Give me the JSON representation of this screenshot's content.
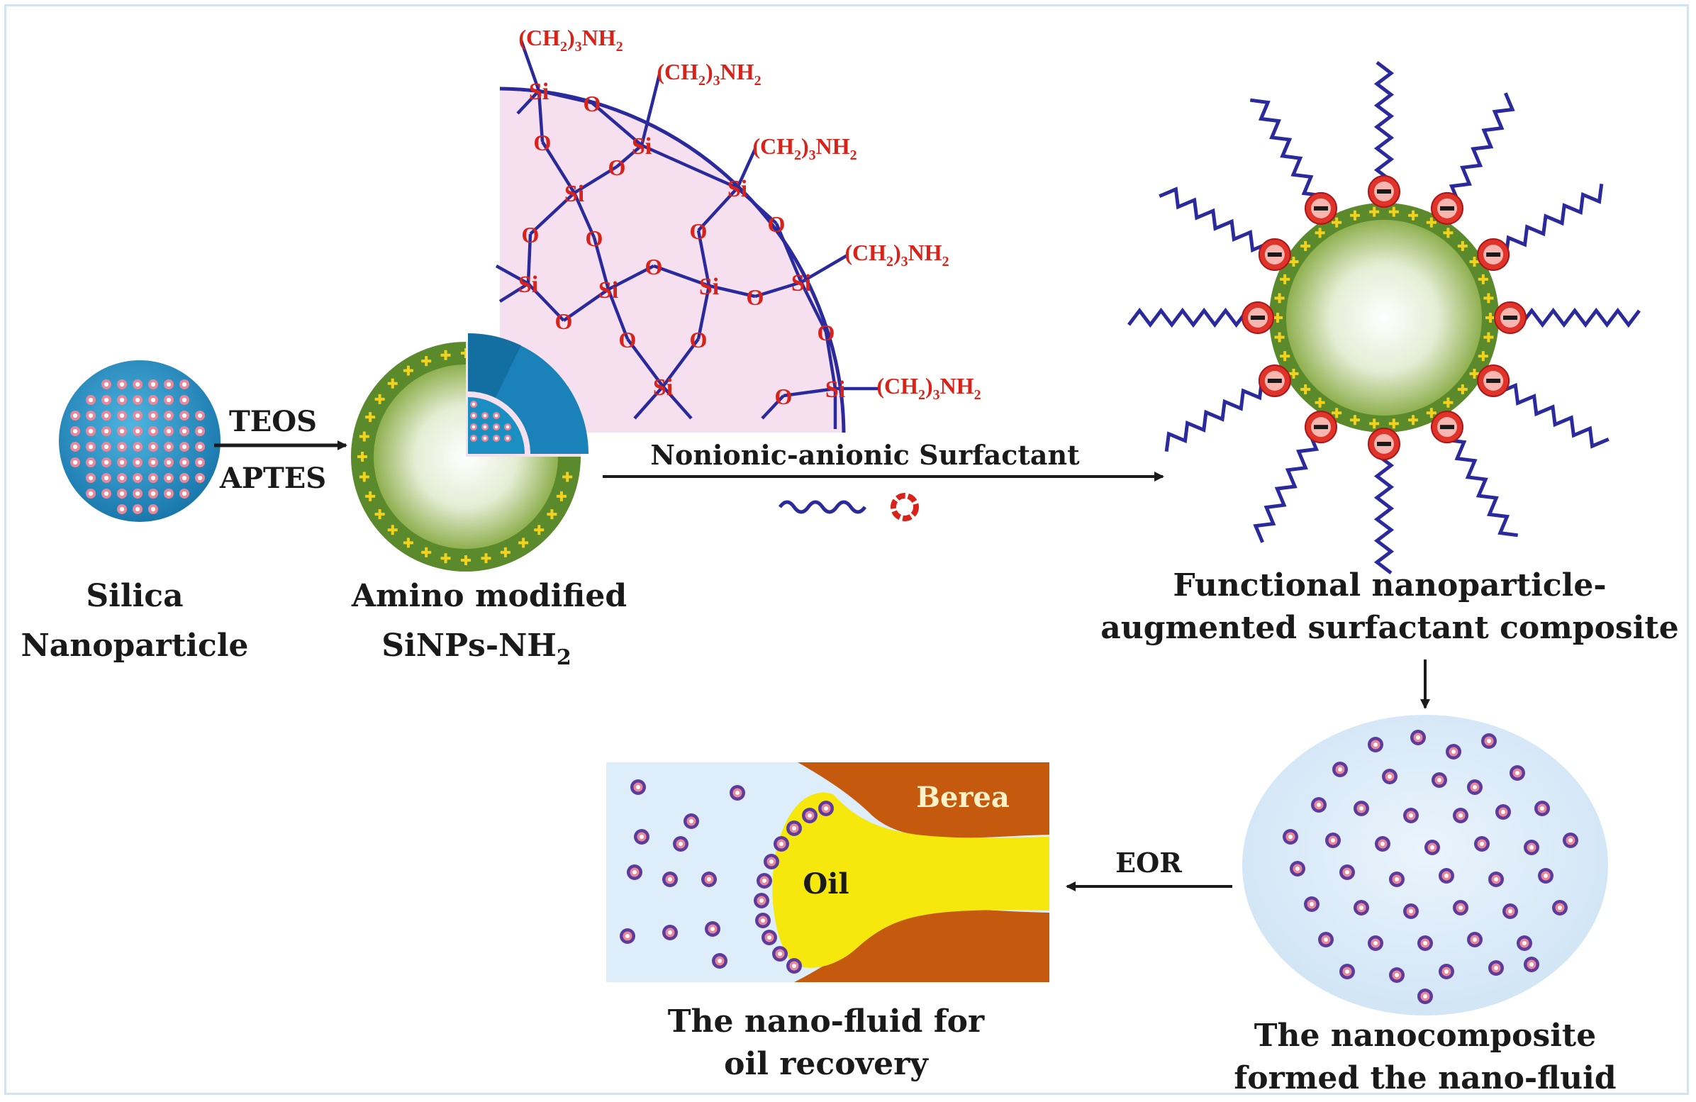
{
  "labels": {
    "silica_l1": "Silica",
    "silica_l2": "Nanoparticle",
    "teos": "TEOS",
    "aptes": "APTES",
    "amino_l1": "Amino modified",
    "amino_l2": "SiNPs-NH",
    "amino_sub": "2",
    "surfactant": "Nonionic-anionic Surfactant",
    "func_l1": "Functional nanoparticle-",
    "func_l2": "augmented surfactant composite",
    "eor": "EOR",
    "berea": "Berea",
    "oil": "Oil",
    "fluid_l1": "The nano-fluid for",
    "fluid_l2": "oil recovery",
    "comp_l1": "The nanocomposite",
    "comp_l2": "formed the nano-fluid"
  },
  "chem": {
    "si": "Si",
    "o": "O",
    "group_a": "(CH",
    "group_b": ")",
    "group_c": "NH",
    "sub_2": "2",
    "sub_3": "3"
  },
  "colors": {
    "silica_core": "#1c8fc2",
    "shell_green": "#5a8a2c",
    "plus_yellow": "#f2d21c",
    "anion_red": "#e0332a",
    "chain_blue": "#2a2a9c",
    "lattice_pink": "#f6e0ef",
    "fluid_blue": "#ddeefa",
    "berea_orange": "#c55a0e",
    "oil_yellow": "#f6e80c",
    "dot_purple": "#5d3b9c",
    "dot_pink": "#e8889a"
  }
}
